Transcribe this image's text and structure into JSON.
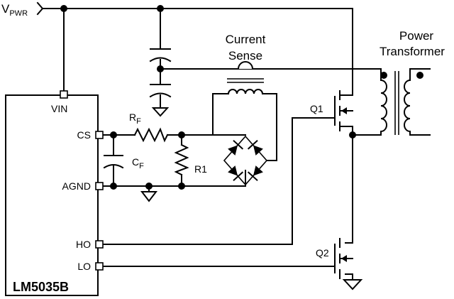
{
  "labels": {
    "vpwr_main": "V",
    "vpwr_sub": "PWR",
    "current_sense_line1": "Current",
    "current_sense_line2": "Sense",
    "power_transformer_line1": "Power",
    "power_transformer_line2": "Transformer",
    "rf_main": "R",
    "rf_sub": "F",
    "cf_main": "C",
    "cf_sub": "F",
    "r1": "R1",
    "q1": "Q1",
    "q2": "Q2"
  },
  "chip": {
    "name": "LM5035B",
    "pins": {
      "vin": "VIN",
      "cs": "CS",
      "agnd": "AGND",
      "ho": "HO",
      "lo": "LO"
    }
  }
}
